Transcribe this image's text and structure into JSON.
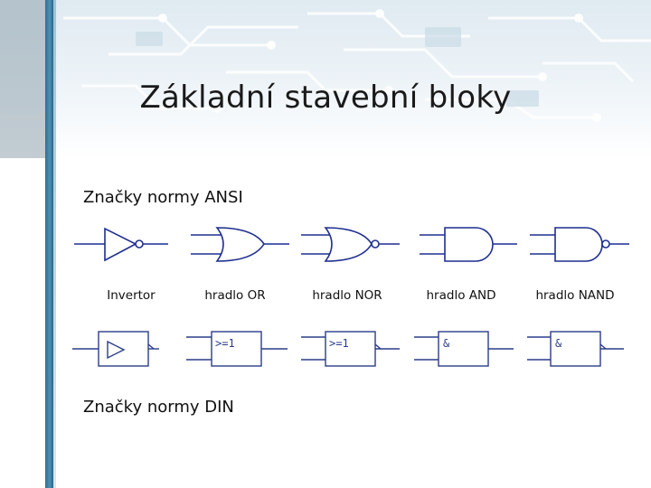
{
  "slide": {
    "title": "Základní stavební bloky",
    "ansi_heading": "Značky normy ANSI",
    "din_heading": "Značky normy DIN"
  },
  "ansi_gates": [
    {
      "label": "Invertor"
    },
    {
      "label": "hradlo OR"
    },
    {
      "label": "hradlo NOR"
    },
    {
      "label": "hradlo AND"
    },
    {
      "label": "hradlo NAND"
    }
  ],
  "din_gates": [
    {
      "symbol": ">=1",
      "symbol2": ">=1",
      "and_symbol": "&",
      "nand_symbol": "&"
    }
  ],
  "colors": {
    "ansi_stroke": "#1f2f8f",
    "din_stroke": "#2b3d8a",
    "accent_bar": "#3f7fa3"
  }
}
